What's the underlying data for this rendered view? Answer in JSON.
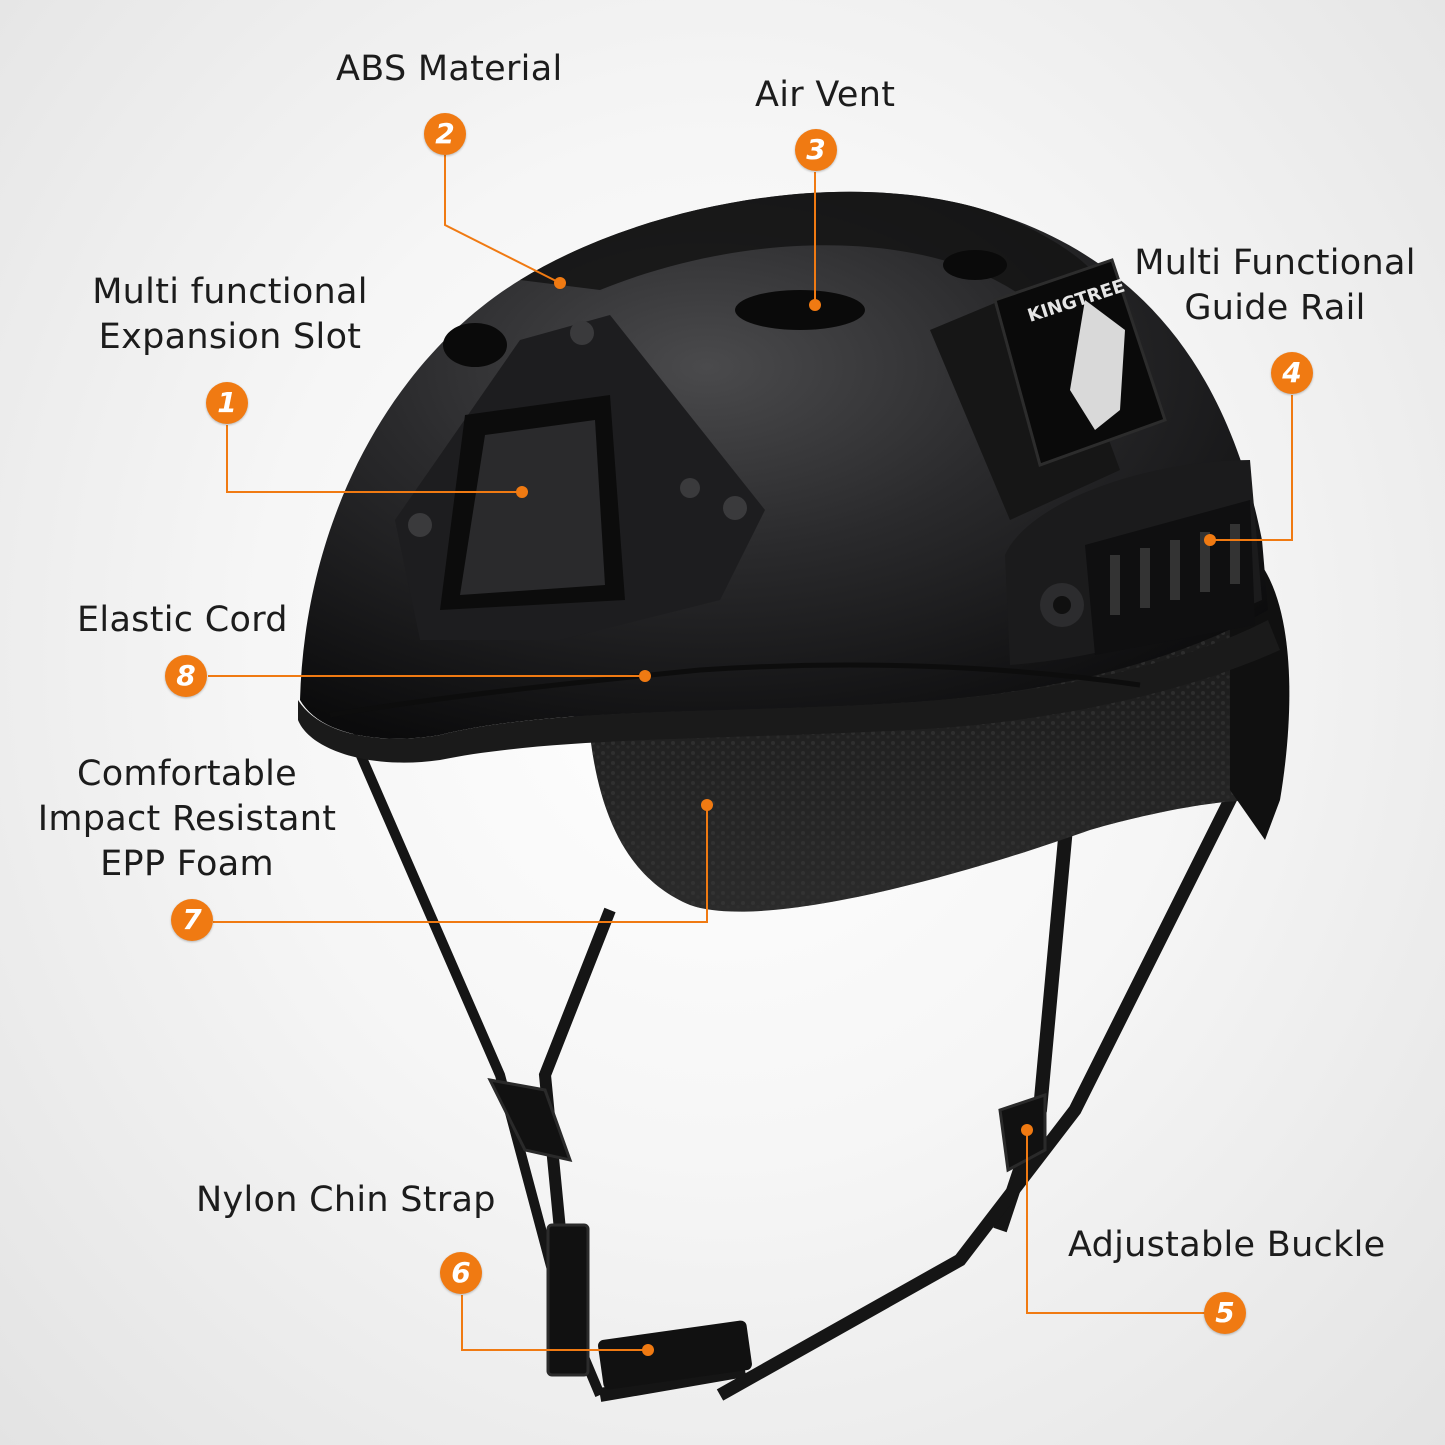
{
  "accent_color": "#f07a12",
  "callouts": [
    {
      "number": "1",
      "label": [
        "Multi functional",
        "Expansion Slot"
      ]
    },
    {
      "number": "2",
      "label": [
        "ABS Material"
      ]
    },
    {
      "number": "3",
      "label": [
        "Air Vent"
      ]
    },
    {
      "number": "4",
      "label": [
        "Multi Functional",
        "Guide Rail"
      ]
    },
    {
      "number": "5",
      "label": [
        "Adjustable Buckle"
      ]
    },
    {
      "number": "6",
      "label": [
        "Nylon Chin Strap"
      ]
    },
    {
      "number": "7",
      "label": [
        "Comfortable",
        "Impact Resistant",
        "EPP Foam"
      ]
    },
    {
      "number": "8",
      "label": [
        "Elastic Cord"
      ]
    }
  ],
  "patch": {
    "text": "KINGTREE"
  }
}
